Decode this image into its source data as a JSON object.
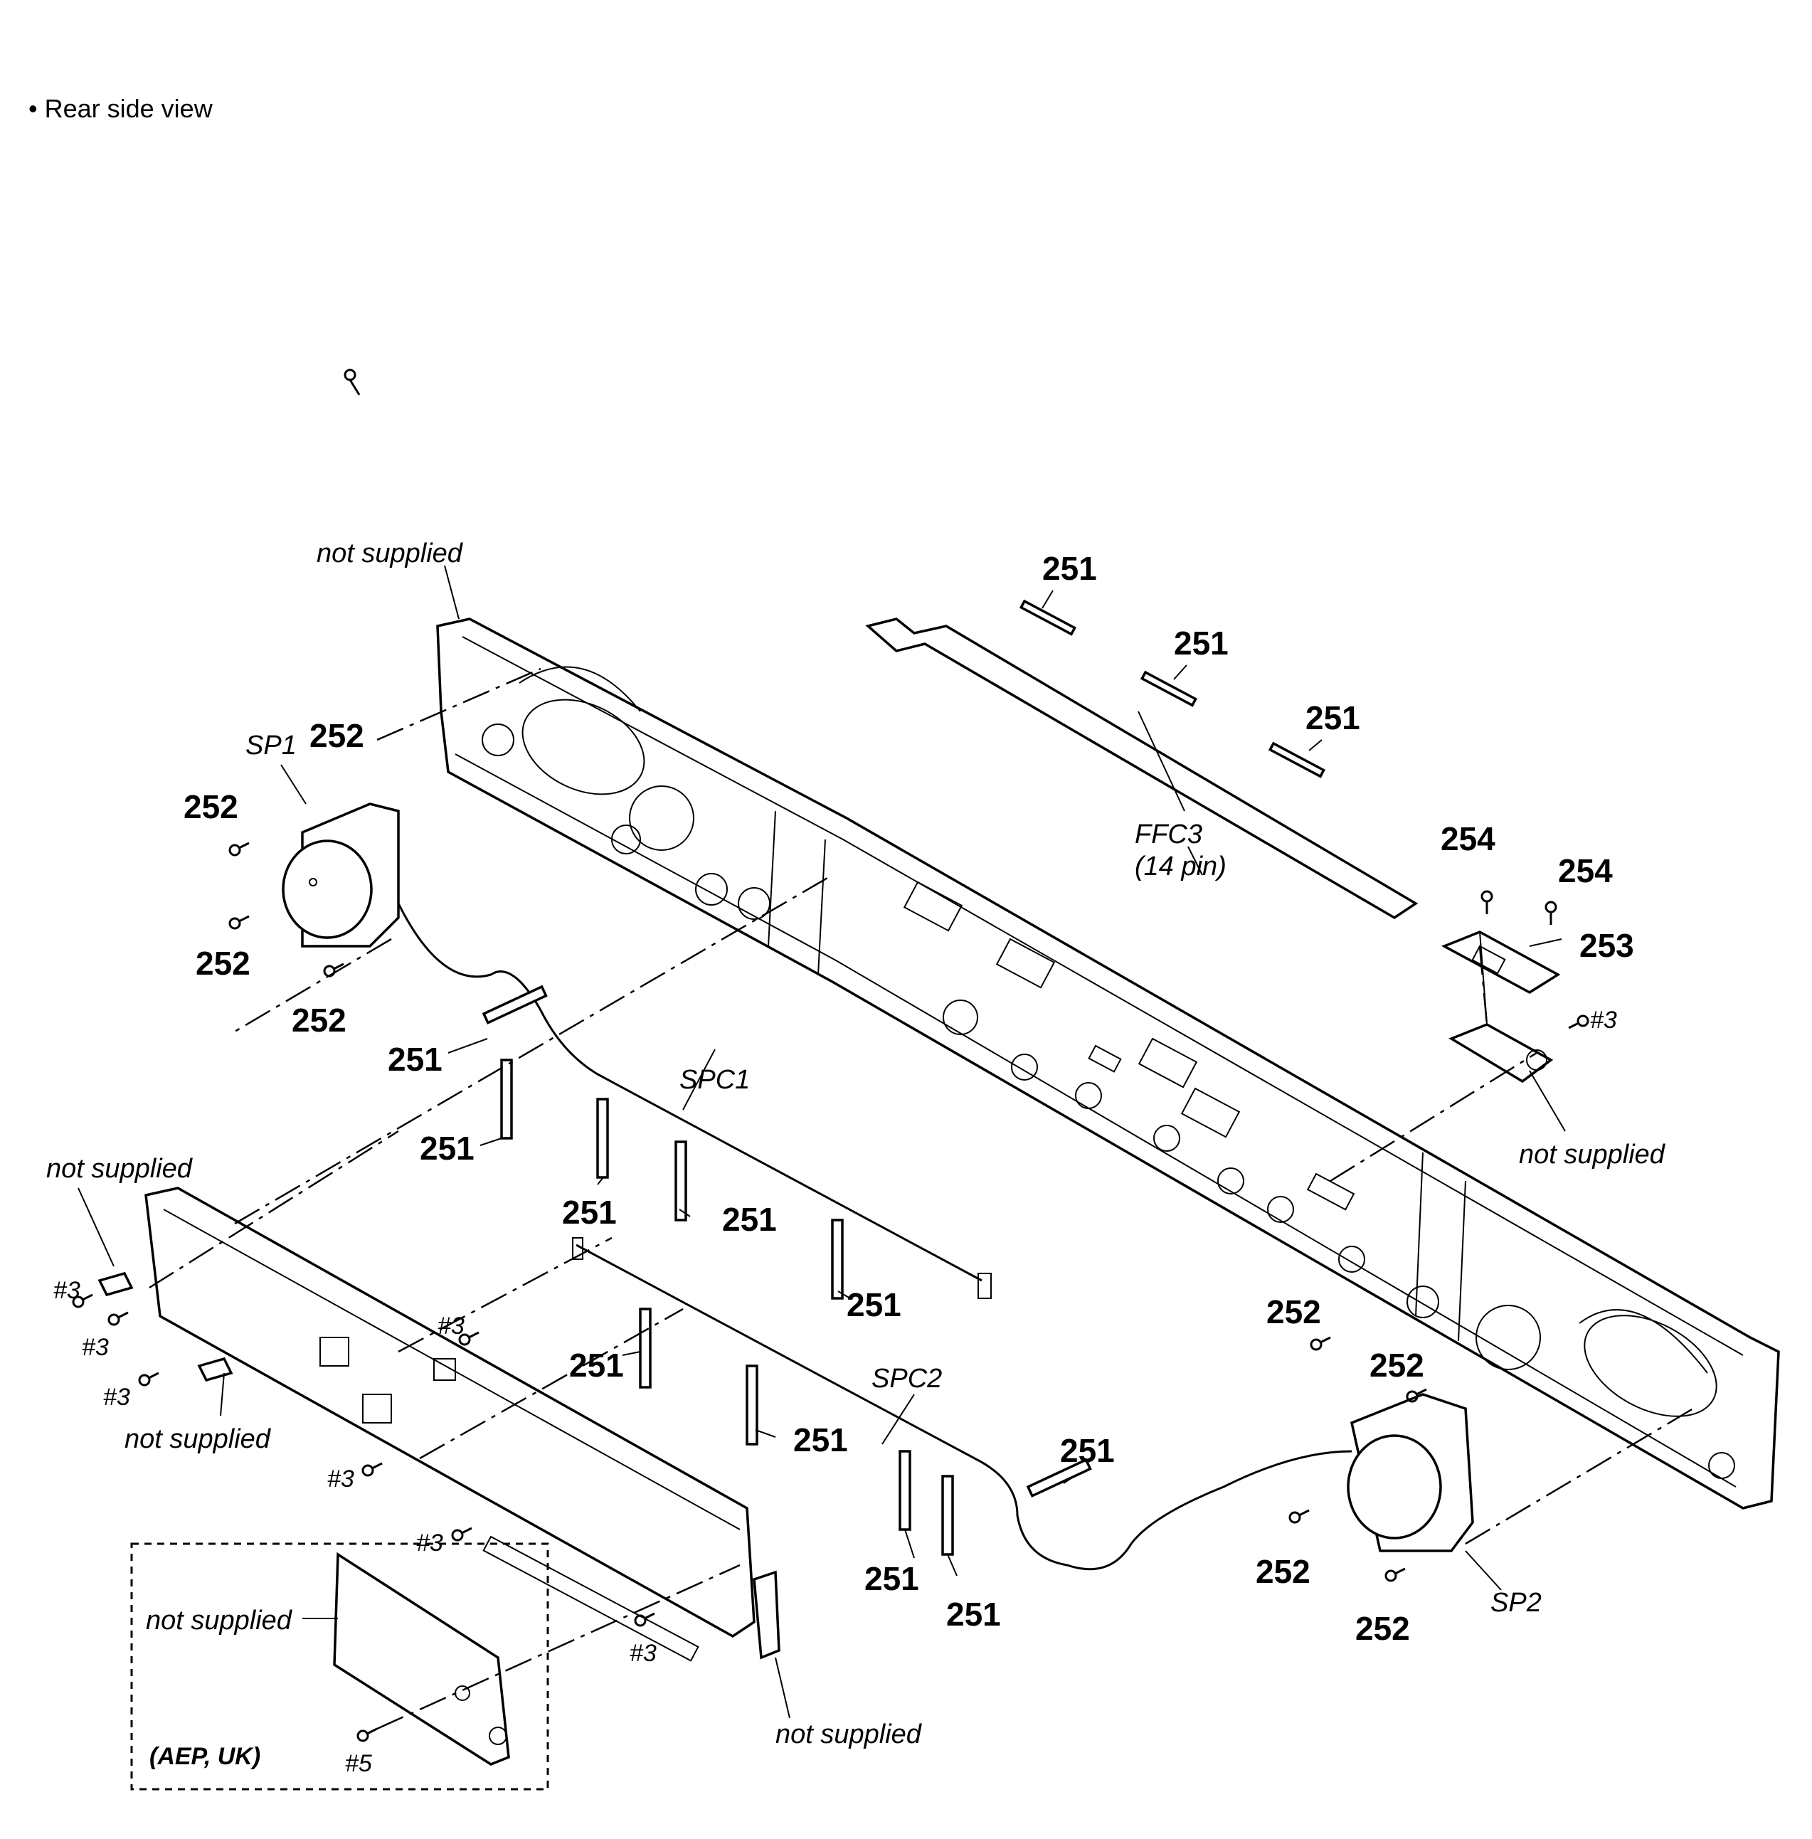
{
  "title": "• Rear side view",
  "labels": {
    "p251": "251",
    "p252": "252",
    "p253": "253",
    "p254": "254",
    "screw3": "#3",
    "screw5": "#5",
    "not_supplied": "not supplied",
    "sp1": "SP1",
    "sp2": "SP2",
    "spc1": "SPC1",
    "spc2": "SPC2",
    "ffc3": "FFC3",
    "ffc3_pin": "(14 pin)",
    "region": "(AEP, UK)"
  }
}
